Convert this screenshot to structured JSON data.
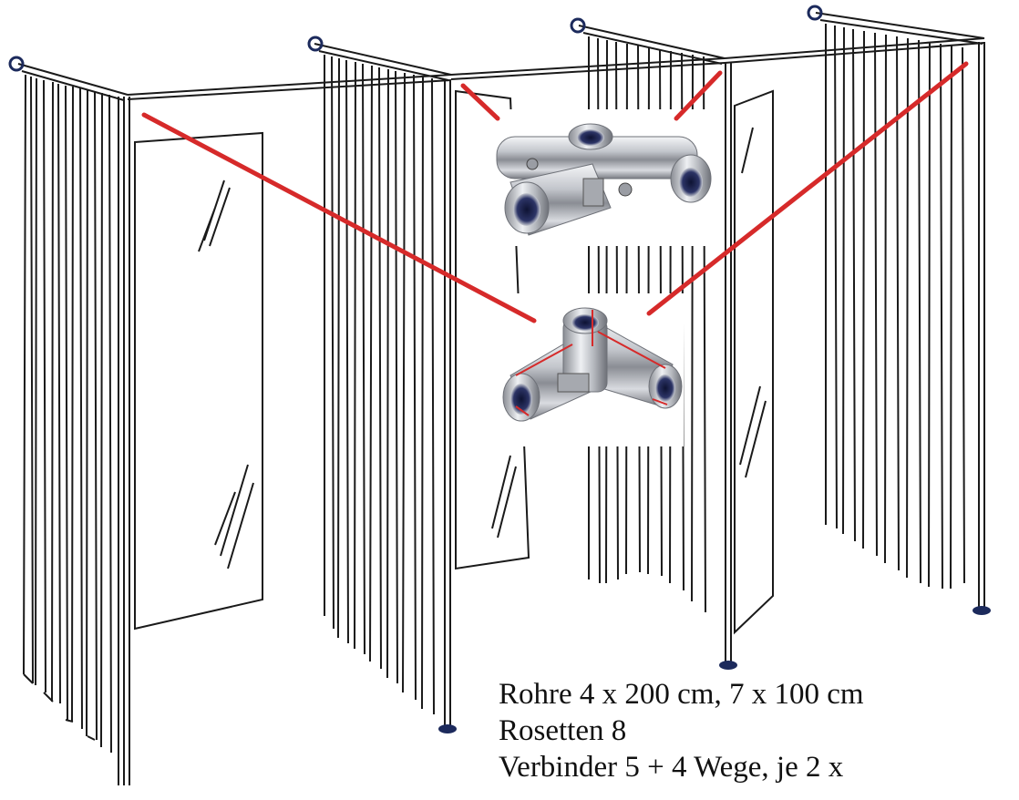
{
  "caption": {
    "line1": "Rohre 4 x 200 cm,    7 x 100 cm",
    "line2": "Rosetten 8",
    "line3": "Verbinder 5 + 4  Wege, je  2 x"
  },
  "colors": {
    "line": "#1a1a1a",
    "callout": "#d62a2a",
    "rosette": "#1c2a5c",
    "chrome_dark": "#6e7178",
    "chrome_mid": "#b9bcc2",
    "chrome_light": "#f2f3f5",
    "tube_hole": "#222a55"
  },
  "icons": {
    "top_connector": "five-way-tube-connector-photo",
    "middle_connector": "three-way-corner-connector-photo"
  }
}
